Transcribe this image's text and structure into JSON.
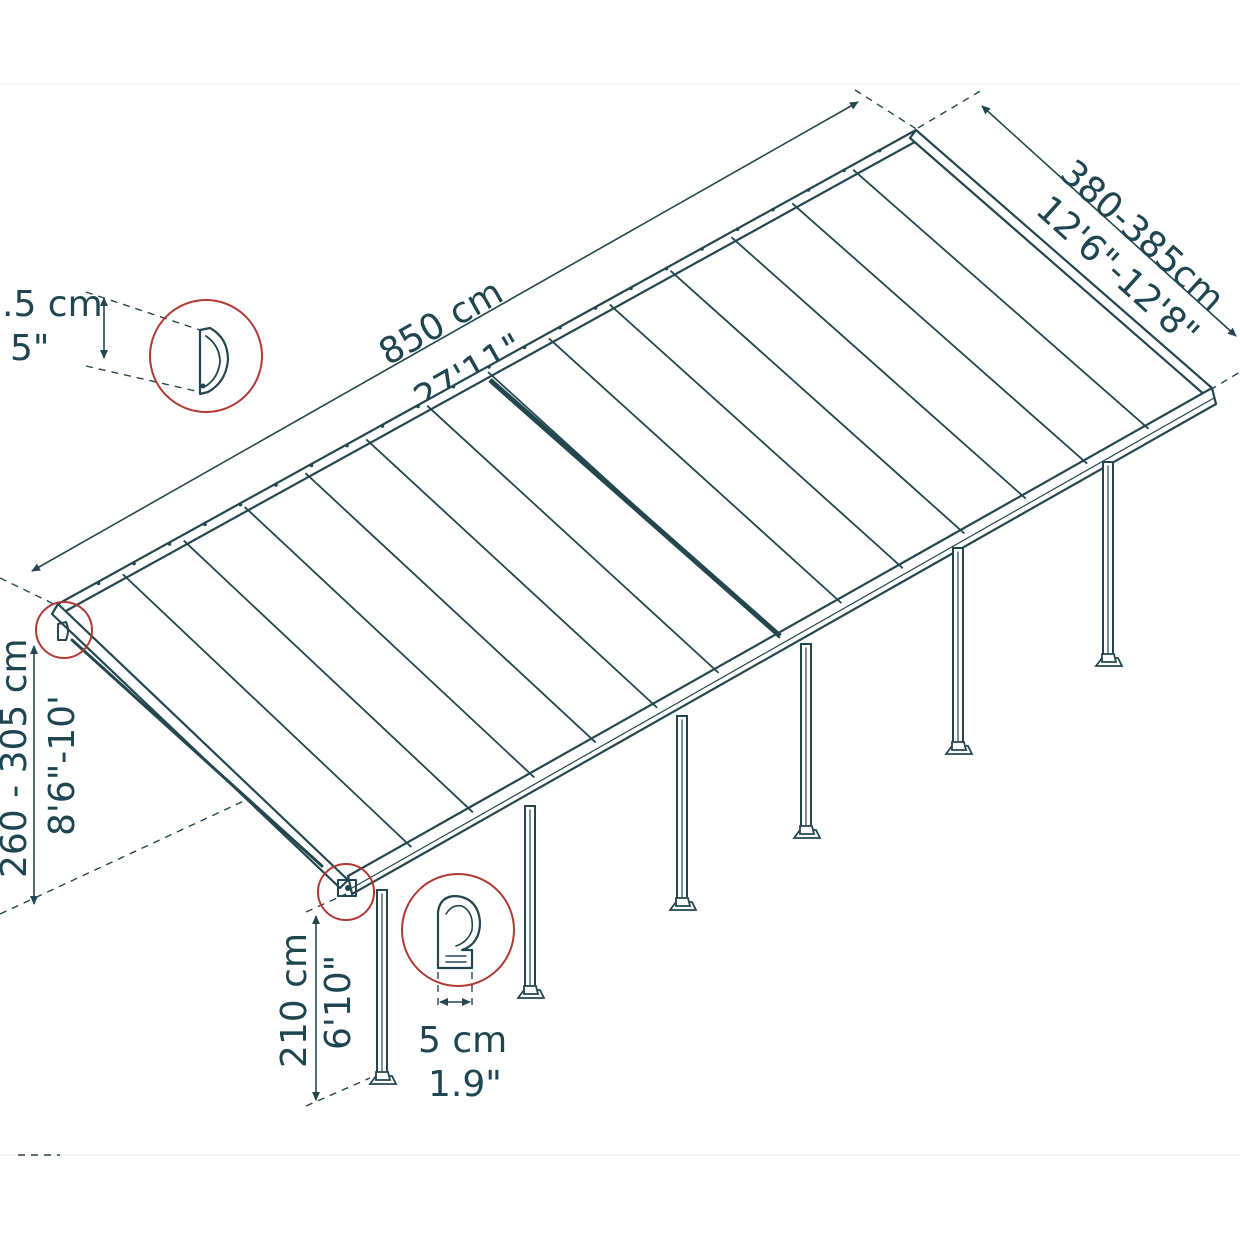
{
  "dimensions": {
    "length": {
      "metric": "850 cm",
      "imperial": "27'11\""
    },
    "width": {
      "metric": "380-385cm",
      "imperial": "12'6\"-12'8\""
    },
    "back_height": {
      "metric": "260 - 305 cm",
      "imperial": "8'6\"-10'"
    },
    "front_height": {
      "metric": "210 cm",
      "imperial": "6'10\""
    },
    "post_width": {
      "metric": "5 cm",
      "imperial": "1.9\""
    },
    "gutter_depth": {
      "metric": ".5 cm",
      "imperial": "5\""
    }
  },
  "colors": {
    "line": "#24474f",
    "text": "#1f4650",
    "highlight": "#b03a34"
  },
  "icons": [
    "gutter-profile-icon",
    "post-profile-icon"
  ]
}
